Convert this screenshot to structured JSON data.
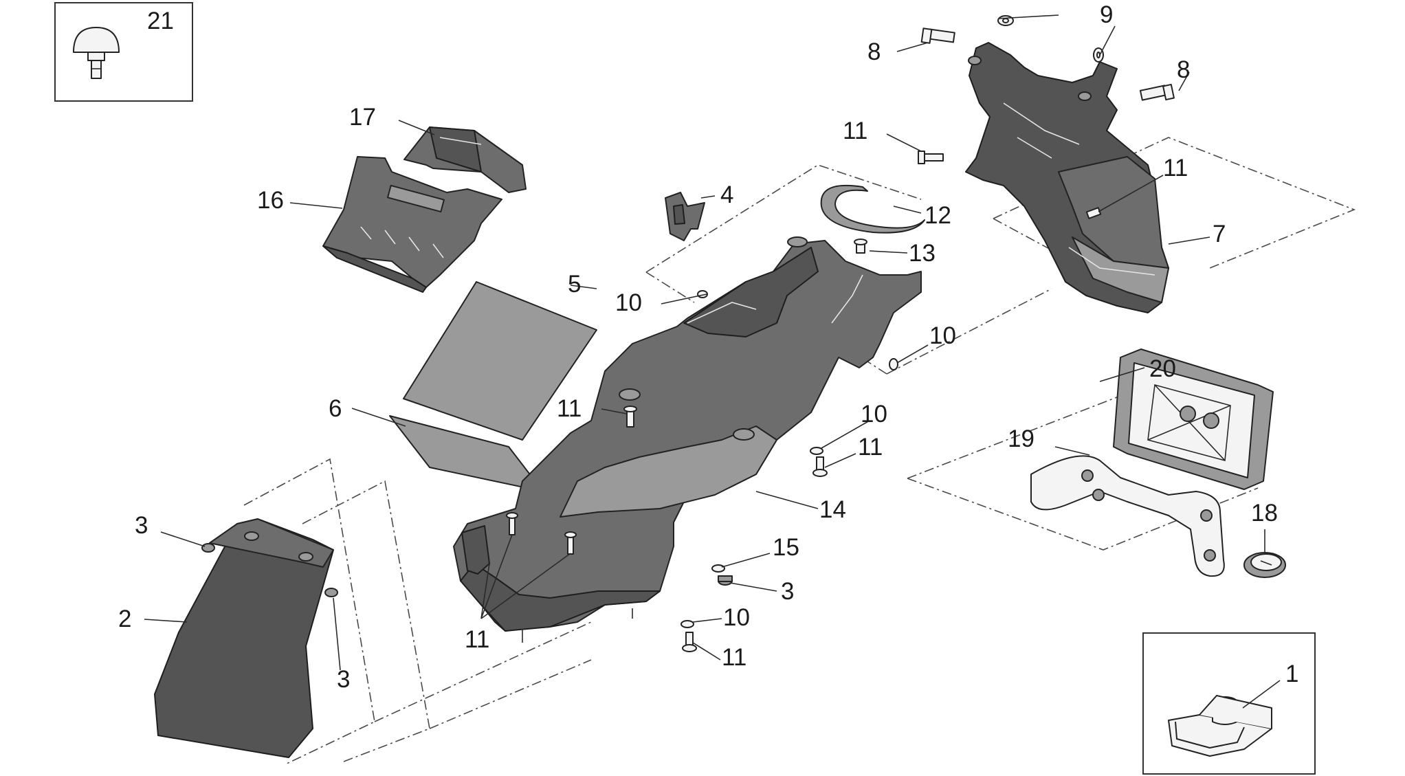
{
  "diagram": {
    "callouts": {
      "p1": "1",
      "p2": "2",
      "p3a": "3",
      "p3b": "3",
      "p3c": "3",
      "p4": "4",
      "p5": "5",
      "p6": "6",
      "p7": "7",
      "p8a": "8",
      "p8b": "8",
      "p9": "9",
      "p10a": "10",
      "p10b": "10",
      "p10c": "10",
      "p10d": "10",
      "p11a": "11",
      "p11b": "11",
      "p11c": "11",
      "p11d": "11",
      "p11e": "11",
      "p11f": "11",
      "p12": "12",
      "p13": "13",
      "p14": "14",
      "p15": "15",
      "p16": "16",
      "p17": "17",
      "p18": "18",
      "p19": "19",
      "p20": "20",
      "p21": "21"
    }
  }
}
